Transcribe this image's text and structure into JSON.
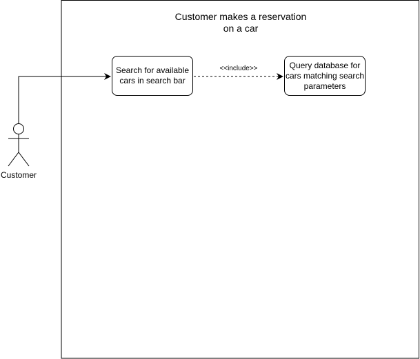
{
  "diagram": {
    "system_title": "Customer makes a reservation\non a car",
    "actor": {
      "label": "Customer"
    },
    "use_cases": [
      {
        "label": "Search for available\ncars in search bar"
      },
      {
        "label": "Query database for\ncars matching search\nparameters"
      }
    ],
    "relations": {
      "include_label": "<<include>>"
    }
  }
}
